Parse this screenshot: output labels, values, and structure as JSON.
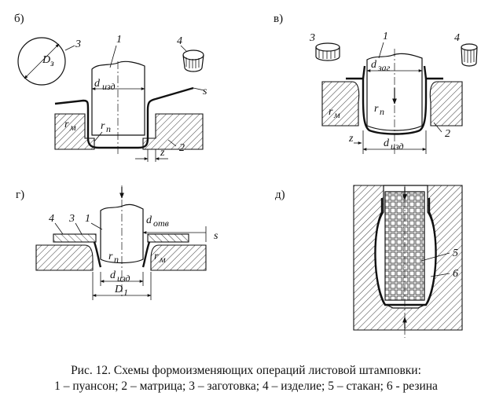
{
  "panels": {
    "b": {
      "tag": "б)",
      "labels": {
        "n3": "3",
        "n1": "1",
        "n4": "4",
        "n2": "2",
        "D": "D",
        "Dsub": "з",
        "d": "d",
        "dsub": "изд",
        "rm": "r",
        "rmsub": "м",
        "rp": "r",
        "rpsub": "п",
        "z": "z",
        "s": "s"
      }
    },
    "v": {
      "tag": "в)",
      "labels": {
        "n3": "3",
        "n1": "1",
        "n4": "4",
        "n2": "2",
        "dz": "d",
        "dzsub": "заг",
        "di": "d",
        "disub": "изд",
        "rm": "r",
        "rmsub": "м",
        "rp": "r",
        "rpsub": "п",
        "z": "z"
      }
    },
    "g": {
      "tag": "г)",
      "labels": {
        "n4": "4",
        "n3": "3",
        "n1": "1",
        "do": "d",
        "dosub": "отв",
        "di": "d",
        "disub": "изд",
        "D1": "D",
        "D1sub": "1",
        "rp": "r",
        "rpsub": "п",
        "rm": "r",
        "rmsub": "м",
        "s": "s"
      }
    },
    "d": {
      "tag": "д)",
      "labels": {
        "n5": "5",
        "n6": "6"
      }
    }
  },
  "caption": {
    "line1": "Рис. 12. Схемы формоизменяющих операций листовой штамповки:",
    "line2": "1 – пуансон; 2 – матрица; 3 – заготовка; 4 – изделие; 5 – стакан; 6 - резина"
  }
}
